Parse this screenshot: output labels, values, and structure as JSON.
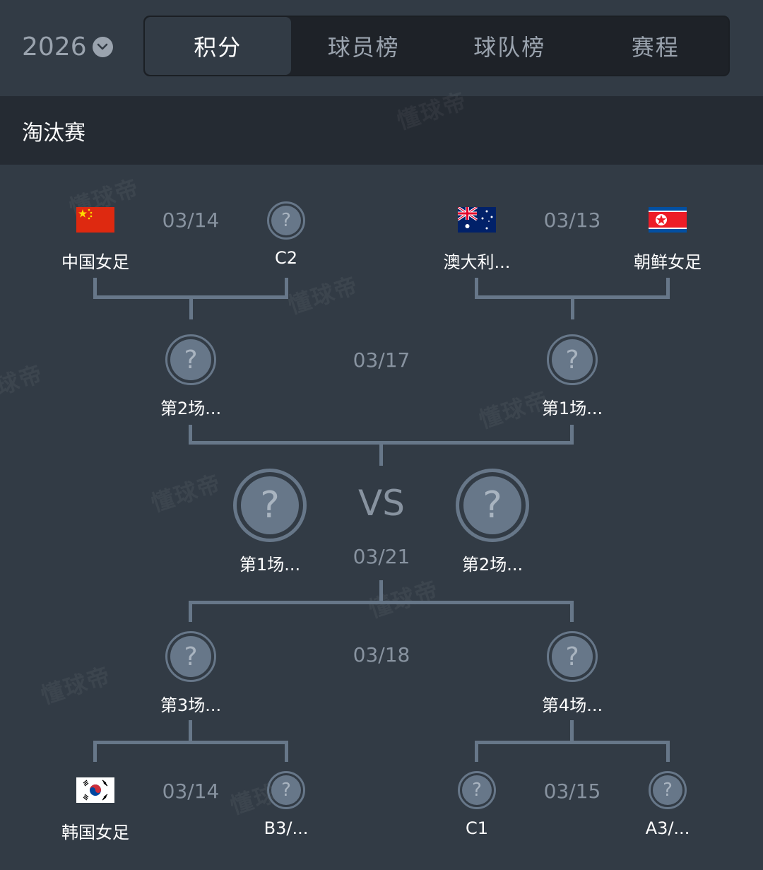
{
  "header": {
    "year": "2026",
    "year_icon": "chevron-down-icon",
    "tabs": [
      {
        "label": "积分",
        "active": true
      },
      {
        "label": "球员榜",
        "active": false
      },
      {
        "label": "球队榜",
        "active": false
      },
      {
        "label": "赛程",
        "active": false
      }
    ]
  },
  "section": {
    "title": "淘汰赛"
  },
  "watermark": "懂球帝",
  "bracket": {
    "round1_top_left": {
      "date": "03/14",
      "home": {
        "name": "中国女足",
        "icon": "china-flag-icon"
      },
      "away": {
        "name": "C2",
        "icon": "unknown-team-icon",
        "glyph": "?"
      }
    },
    "round1_top_right": {
      "date": "03/13",
      "home": {
        "name": "澳大利...",
        "icon": "australia-flag-icon"
      },
      "away": {
        "name": "朝鲜女足",
        "icon": "north-korea-flag-icon"
      }
    },
    "semi_top": {
      "date": "03/17",
      "home": {
        "name": "第2场...",
        "glyph": "?"
      },
      "away": {
        "name": "第1场...",
        "glyph": "?"
      }
    },
    "final": {
      "vs": "VS",
      "date": "03/21",
      "home": {
        "name": "第1场...",
        "glyph": "?"
      },
      "away": {
        "name": "第2场...",
        "glyph": "?"
      }
    },
    "semi_bottom": {
      "date": "03/18",
      "home": {
        "name": "第3场...",
        "glyph": "?"
      },
      "away": {
        "name": "第4场...",
        "glyph": "?"
      }
    },
    "round1_bottom_left": {
      "date": "03/14",
      "home": {
        "name": "韩国女足",
        "icon": "south-korea-flag-icon"
      },
      "away": {
        "name": "B3/...",
        "glyph": "?"
      }
    },
    "round1_bottom_right": {
      "date": "03/15",
      "home": {
        "name": "C1",
        "glyph": "?"
      },
      "away": {
        "name": "A3/...",
        "glyph": "?"
      }
    }
  },
  "colors": {
    "background": "#323b45",
    "tab_bar": "#1e2228",
    "section_header": "#252b33",
    "bracket_line": "#677789",
    "muted_text": "#8893a0"
  }
}
